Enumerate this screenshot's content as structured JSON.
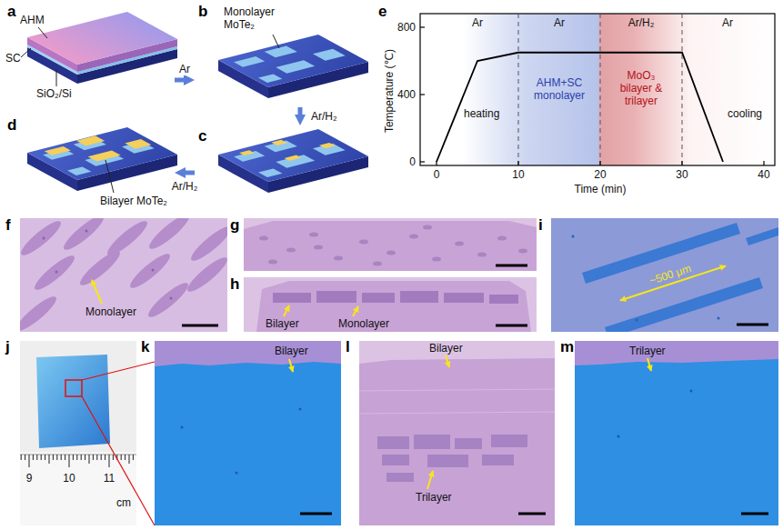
{
  "diagram": {
    "nodes": [
      {
        "text": [
          "a",
          "AHM",
          "SC",
          "SiO₂/Si"
        ]
      },
      {
        "text": [
          "b",
          "Monolayer MoTe₂"
        ]
      },
      {
        "text": [
          "c"
        ]
      },
      {
        "text": [
          "d",
          "Bilayer MoTe₂"
        ]
      }
    ],
    "edges": [
      {
        "from": 0,
        "to": 1,
        "arrow": "to",
        "label": "Ar"
      },
      {
        "from": 1,
        "to": 2,
        "arrow": "to",
        "label": "Ar/H₂"
      },
      {
        "from": 2,
        "to": 3,
        "arrow": "to",
        "label": "Ar/H₂"
      }
    ],
    "labels": [
      "e",
      "Ar",
      "Ar",
      "Ar/H₂",
      "Ar",
      "heating",
      "AHM+SC monolayer",
      "MoO₃ bilayer & trilayer",
      "cooling",
      "800",
      "400",
      "0",
      "0",
      "10",
      "20",
      "30",
      "40",
      "Time (min)",
      "Temperature (℃)",
      "f",
      "Monolayer",
      "g",
      "h",
      "Bilayer",
      "Monolayer",
      "i",
      "~500 μm",
      "j",
      "9",
      "10",
      "11",
      "cm",
      "k",
      "Bilayer",
      "l",
      "Bilayer",
      "Trilayer",
      "m",
      "Trilayer"
    ]
  }
}
